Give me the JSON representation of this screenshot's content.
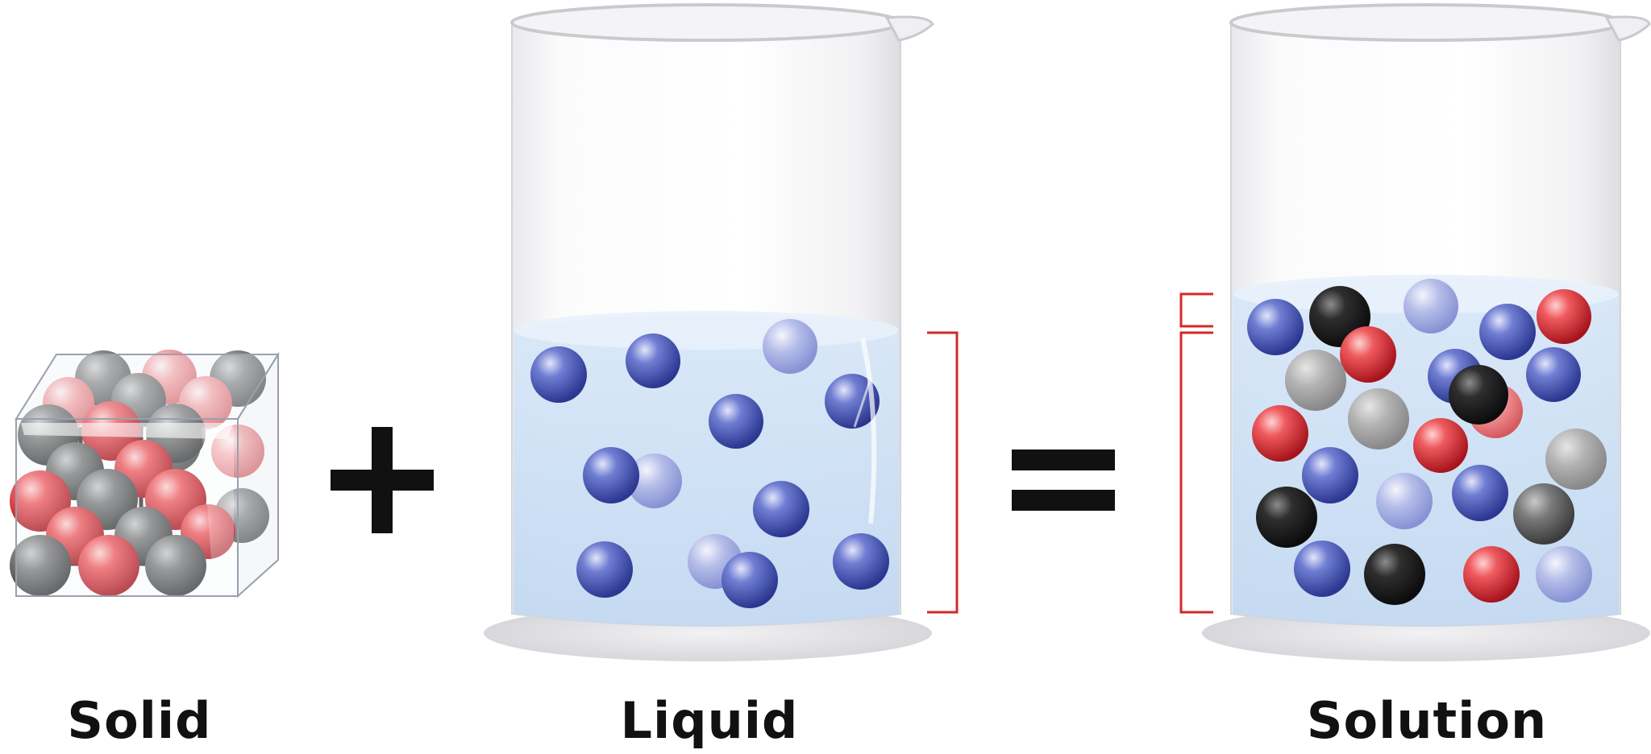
{
  "labels": {
    "solid": "Solid",
    "liquid": "Liquid",
    "solution": "Solution"
  },
  "operators": {
    "plus": "+",
    "equals": "="
  },
  "colors": {
    "particle_red": "#e0303a",
    "particle_gray": "#6b6b6b",
    "particle_dark": "#222222",
    "particle_blue": "#4a59b8",
    "liquid": "#cfe1f5",
    "bracket": "#d62828",
    "operator": "#111111"
  }
}
